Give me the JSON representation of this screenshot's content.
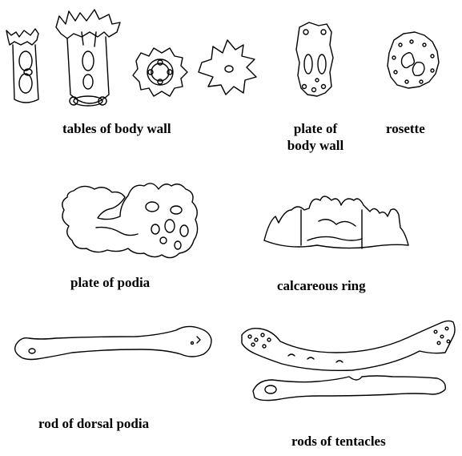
{
  "labels": {
    "tables_body_wall": "tables of body wall",
    "plate_body_wall_line1": "plate of",
    "plate_body_wall_line2": "body wall",
    "rosette": "rosette",
    "plate_podia": "plate of podia",
    "calcareous_ring": "calcareous ring",
    "rod_dorsal_podia": "rod of dorsal podia",
    "rods_tentacles": "rods of tentacles"
  }
}
